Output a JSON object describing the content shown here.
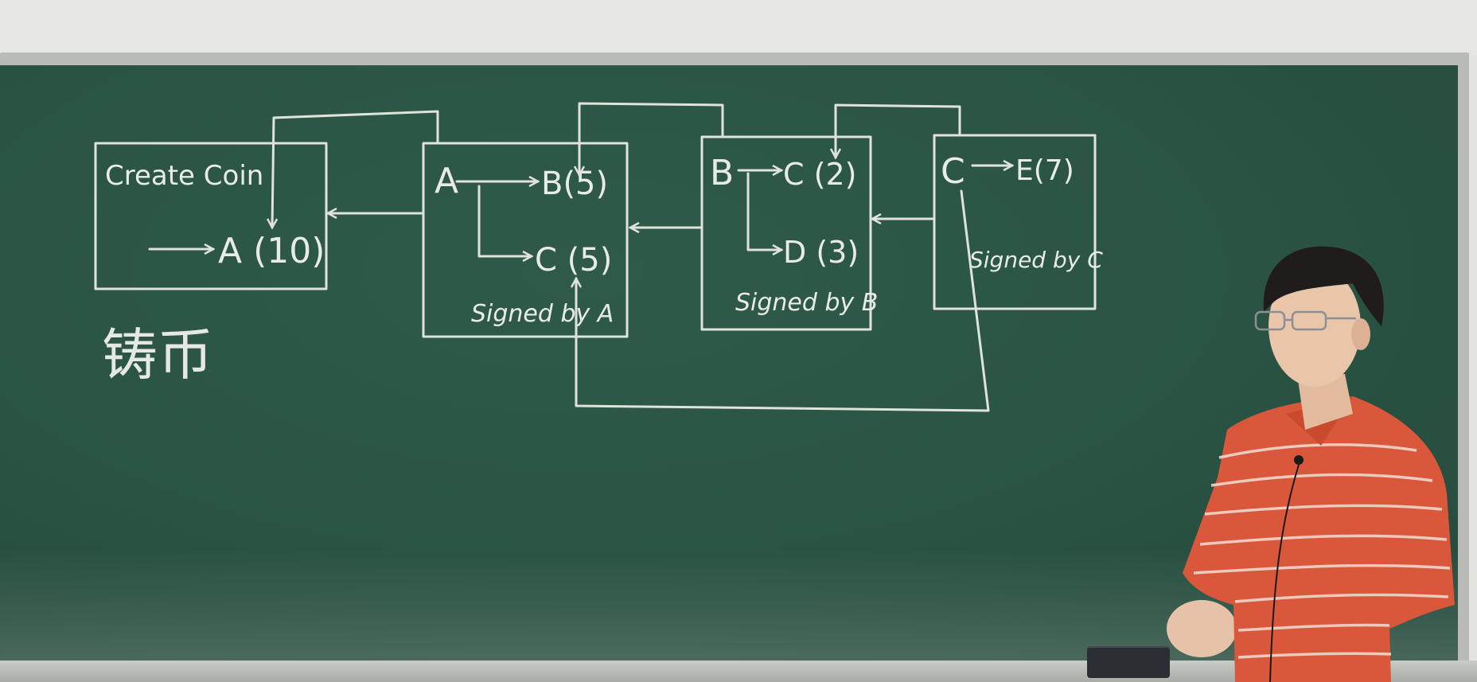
{
  "scene": {
    "blackboard": {
      "coinbase_block": {
        "title": "Create Coin",
        "output": "A (10)",
        "caption_zh": "铸币"
      },
      "tx_a": {
        "from": "A",
        "outputs": [
          "B(5)",
          "C (5)"
        ],
        "signature": "Signed by A"
      },
      "tx_b": {
        "from": "B",
        "outputs": [
          "C (2)",
          "D (3)"
        ],
        "signature": "Signed by B"
      },
      "tx_c": {
        "from": "C",
        "outputs": [
          "E(7)"
        ],
        "signature": "Signed by C"
      }
    },
    "presenter": {
      "shirt_color": "#d9573a",
      "stripe_color": "#f1d6cc"
    },
    "colors": {
      "board": "#2a5343",
      "chalk": "#e9ece6"
    }
  }
}
